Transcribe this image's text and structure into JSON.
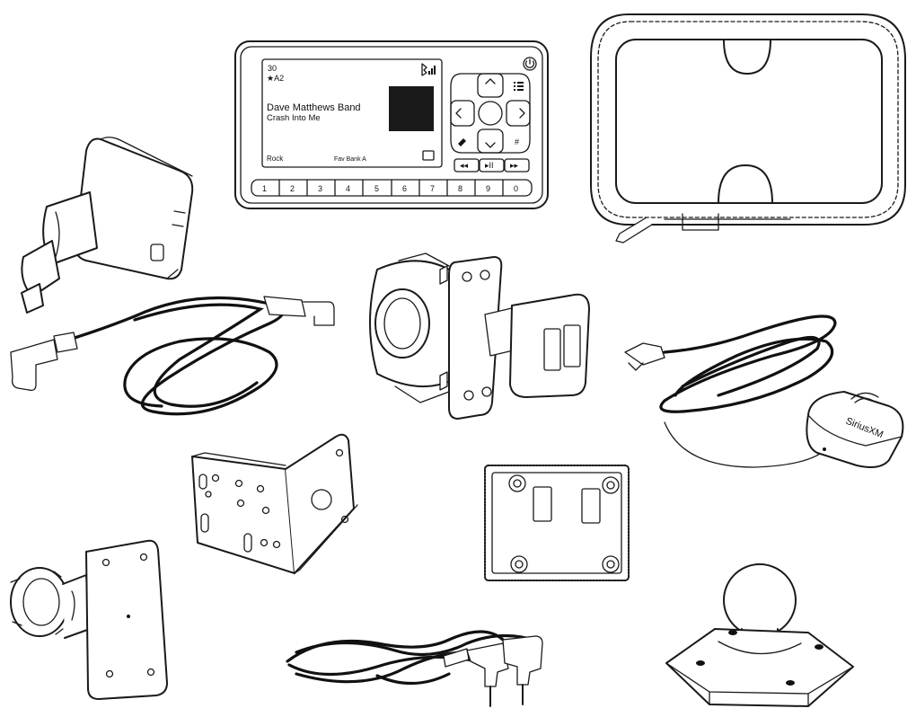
{
  "radio_screen": {
    "channel_number": "30",
    "preset": "★A2",
    "artist": "Dave Matthews Band",
    "song": "Crash Into Me",
    "genre": "Rock",
    "fav_bank": "Fav Bank A"
  },
  "number_keys": [
    "1",
    "2",
    "3",
    "4",
    "5",
    "6",
    "7",
    "8",
    "9",
    "0"
  ],
  "transport_keys": [
    "◂◂",
    "▸II",
    "▸▸"
  ],
  "antenna_brand": "SiriusXM"
}
